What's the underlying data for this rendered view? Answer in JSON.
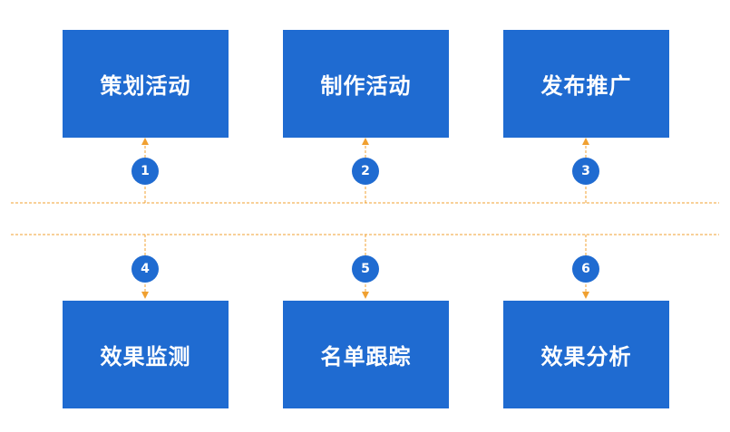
{
  "diagram": {
    "colors": {
      "box": "#1f6bd1",
      "badge": "#1f6bd1",
      "connector": "#f0a030",
      "text": "#ffffff"
    },
    "top_steps": [
      {
        "label": "策划活动",
        "number": "1"
      },
      {
        "label": "制作活动",
        "number": "2"
      },
      {
        "label": "发布推广",
        "number": "3"
      }
    ],
    "bottom_steps": [
      {
        "label": "效果监测",
        "number": "4"
      },
      {
        "label": "名单跟踪",
        "number": "5"
      },
      {
        "label": "效果分析",
        "number": "6"
      }
    ]
  }
}
